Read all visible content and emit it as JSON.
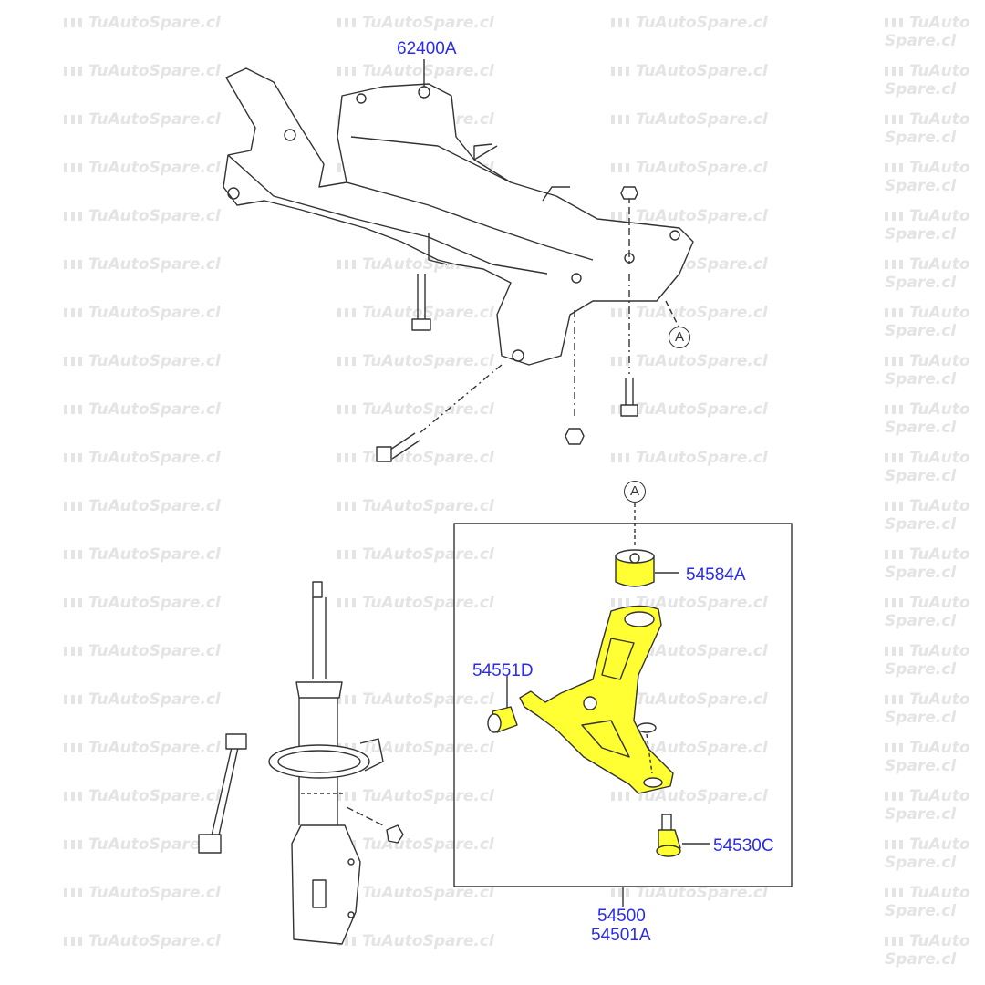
{
  "watermark": "TuAutoSpare.cl",
  "colors": {
    "label": "#2b2bf0",
    "highlight": "#ffff33",
    "line": "#333333"
  },
  "callouts": {
    "top": "A",
    "bottom": "A"
  },
  "parts": {
    "subframe": "62400A",
    "bushing_vertical": "54584A",
    "bushing_horizontal": "54551D",
    "ball_joint": "54530C",
    "lower_arm_lh": "54500",
    "lower_arm_rh": "54501A"
  }
}
